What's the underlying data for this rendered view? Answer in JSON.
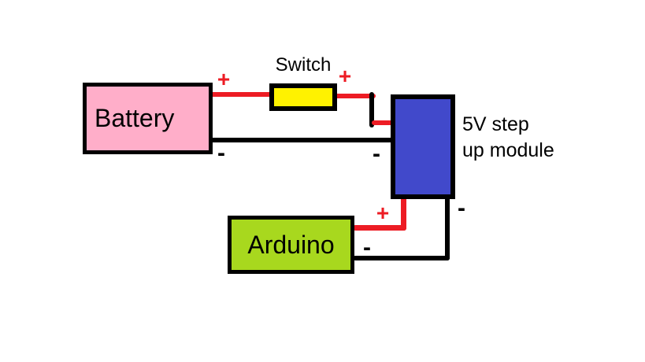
{
  "diagram": {
    "components": {
      "battery": {
        "label": "Battery"
      },
      "switch": {
        "label": "Switch"
      },
      "module": {
        "label_line1": "5V step",
        "label_line2": "up module"
      },
      "arduino": {
        "label": "Arduino"
      }
    },
    "symbols": {
      "plus": "+",
      "minus": "-"
    },
    "colors": {
      "positive_wire": "#ed1c24",
      "negative_wire": "#000000",
      "outline": "#000000",
      "battery_fill": "#ffaec9",
      "switch_fill": "#fff200",
      "module_fill": "#4149cb",
      "arduino_fill": "#a8d81e",
      "background": "#ffffff"
    }
  }
}
